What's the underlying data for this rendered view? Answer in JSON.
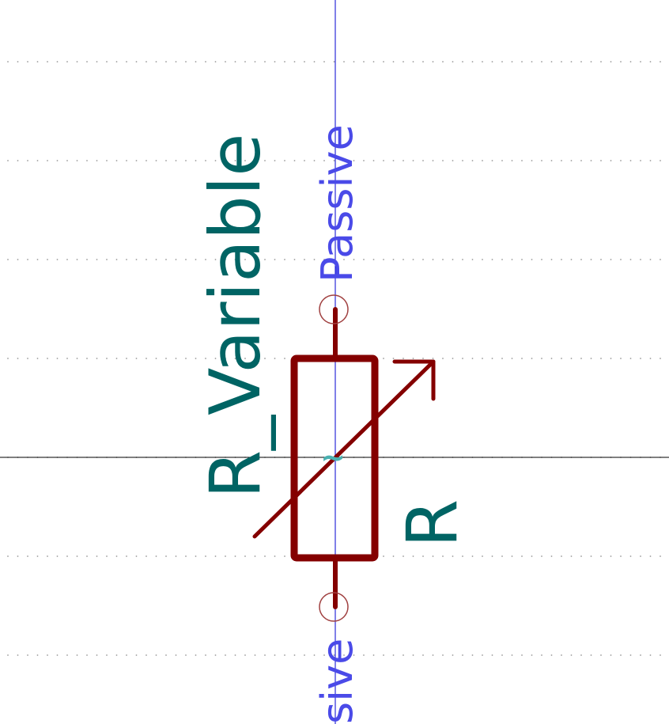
{
  "symbol": {
    "name": "R_Variable",
    "reference": "R",
    "unit_marker": "~",
    "pins": [
      {
        "electrical_type": "Passive"
      },
      {
        "electrical_type": "Passive",
        "visible_text": "sive"
      }
    ]
  },
  "colors": {
    "background": "#ffffff",
    "grid_dot": "#9a9a9a",
    "body": "#840000",
    "pin_end": "#a04040",
    "field_text": "#006464",
    "pin_text": "#4a4ae8",
    "axis_h": "#000000",
    "axis_v": "#0000d0",
    "anchor": "#4ab0b0"
  }
}
